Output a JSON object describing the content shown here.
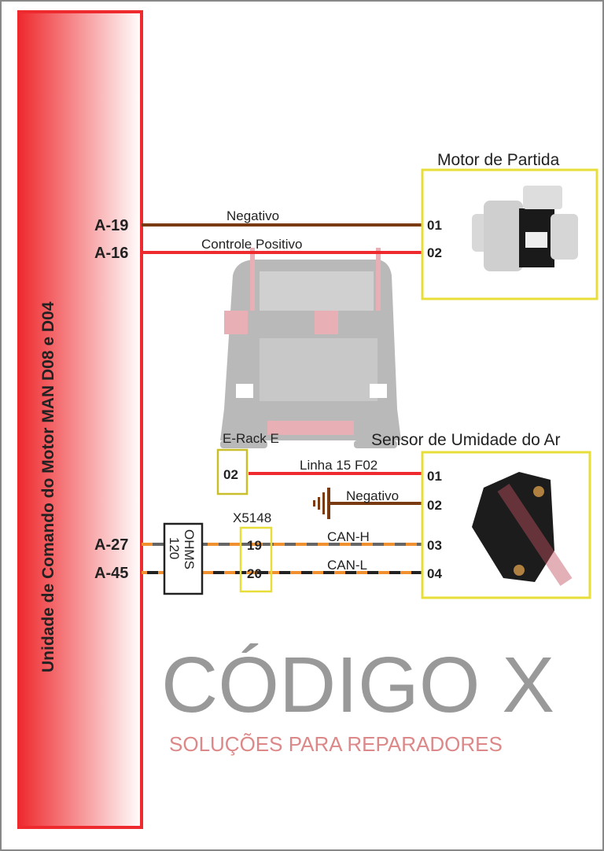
{
  "ecu": {
    "title": "Unidade de Comando do Motor MAN D08 e D04",
    "pins": [
      "A-19",
      "A-16",
      "A-27",
      "A-45"
    ]
  },
  "starter": {
    "title": "Motor de Partida",
    "pins": [
      "01",
      "02"
    ],
    "wires": [
      "Negativo",
      "Controle Positivo"
    ]
  },
  "erack": {
    "title": "E-Rack E",
    "pin": "02"
  },
  "connector": {
    "title": "X5148",
    "pins": [
      "19",
      "20"
    ]
  },
  "resistor": {
    "value": "120",
    "unit": "OHMS"
  },
  "sensor": {
    "title": "Sensor de Umidade do Ar",
    "pins": [
      "01",
      "02",
      "03",
      "04"
    ],
    "wires": [
      "Linha 15 F02",
      "Negativo",
      "CAN-H",
      "CAN-L"
    ]
  },
  "watermark": {
    "brand": "CÓDIGO X",
    "tagline": "SOLUÇÕES PARA REPARADORES"
  },
  "colors": {
    "ecu_red": "#ee2a2e",
    "box_yellow": "#e8de3a",
    "wire_brown": "#7a3b12",
    "wire_red": "#ee2a2e",
    "wire_orange": "#f0902e"
  }
}
